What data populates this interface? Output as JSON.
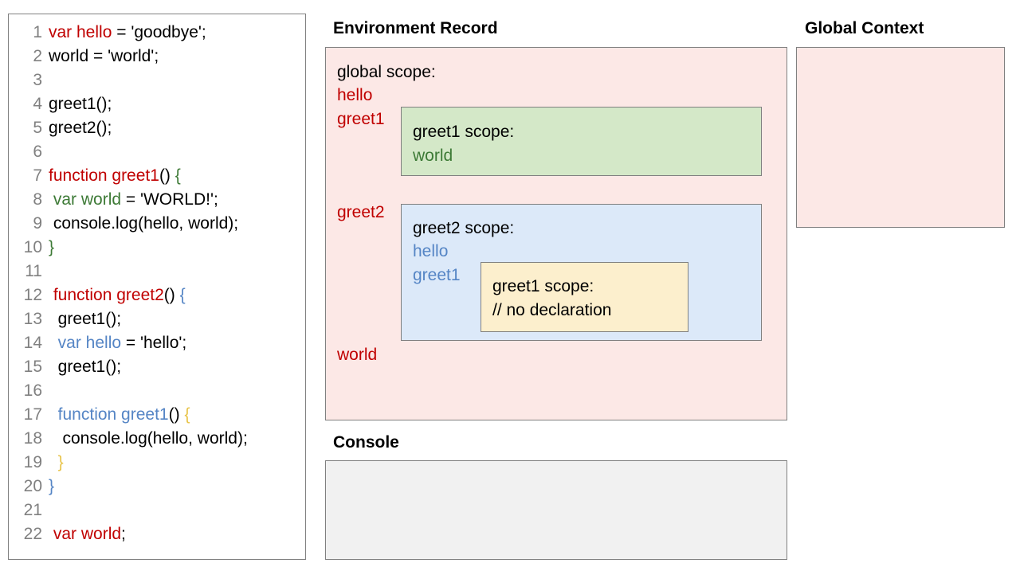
{
  "editor": {
    "name": "code-editor",
    "lines": [
      {
        "num": "1",
        "indent": 0,
        "tokens": [
          {
            "t": "var hello",
            "c": "red"
          },
          {
            "t": " = 'goodbye';",
            "c": "black"
          }
        ]
      },
      {
        "num": "2",
        "indent": 0,
        "tokens": [
          {
            "t": "world = 'world';",
            "c": "black"
          }
        ]
      },
      {
        "num": "3",
        "indent": 0,
        "tokens": []
      },
      {
        "num": "4",
        "indent": 0,
        "tokens": [
          {
            "t": "greet1();",
            "c": "black"
          }
        ]
      },
      {
        "num": "5",
        "indent": 0,
        "tokens": [
          {
            "t": "greet2();",
            "c": "black"
          }
        ]
      },
      {
        "num": "6",
        "indent": 0,
        "tokens": []
      },
      {
        "num": "7",
        "indent": 0,
        "tokens": [
          {
            "t": "function greet1",
            "c": "red"
          },
          {
            "t": "() ",
            "c": "black"
          },
          {
            "t": "{",
            "c": "green"
          }
        ]
      },
      {
        "num": "8",
        "indent": 0,
        "tokens": [
          {
            "t": " ",
            "c": "black"
          },
          {
            "t": "var world",
            "c": "green"
          },
          {
            "t": " = 'WORLD!';",
            "c": "black"
          }
        ]
      },
      {
        "num": "9",
        "indent": 0,
        "tokens": [
          {
            "t": " console.log(hello, world);",
            "c": "black"
          }
        ]
      },
      {
        "num": "10",
        "indent": 0,
        "tokens": [
          {
            "t": "}",
            "c": "green"
          }
        ]
      },
      {
        "num": "11",
        "indent": 0,
        "tokens": []
      },
      {
        "num": "12",
        "indent": 0,
        "tokens": [
          {
            "t": " ",
            "c": "black"
          },
          {
            "t": "function greet2",
            "c": "red"
          },
          {
            "t": "() ",
            "c": "black"
          },
          {
            "t": "{",
            "c": "blue"
          }
        ]
      },
      {
        "num": "13",
        "indent": 0,
        "tokens": [
          {
            "t": "  greet1();",
            "c": "black"
          }
        ]
      },
      {
        "num": "14",
        "indent": 0,
        "tokens": [
          {
            "t": "  ",
            "c": "black"
          },
          {
            "t": "var hello",
            "c": "blue"
          },
          {
            "t": " = 'hello';",
            "c": "black"
          }
        ]
      },
      {
        "num": "15",
        "indent": 0,
        "tokens": [
          {
            "t": "  greet1();",
            "c": "black"
          }
        ]
      },
      {
        "num": "16",
        "indent": 0,
        "tokens": []
      },
      {
        "num": "17",
        "indent": 0,
        "tokens": [
          {
            "t": "  ",
            "c": "black"
          },
          {
            "t": "function greet1",
            "c": "blue"
          },
          {
            "t": "() ",
            "c": "black"
          },
          {
            "t": "{",
            "c": "orange"
          }
        ]
      },
      {
        "num": "18",
        "indent": 0,
        "tokens": [
          {
            "t": "   console.log(hello, world);",
            "c": "black"
          }
        ]
      },
      {
        "num": "19",
        "indent": 0,
        "tokens": [
          {
            "t": "  ",
            "c": "black"
          },
          {
            "t": "}",
            "c": "orange"
          }
        ]
      },
      {
        "num": "20",
        "indent": 0,
        "tokens": [
          {
            "t": "}",
            "c": "blue"
          }
        ]
      },
      {
        "num": "21",
        "indent": 0,
        "tokens": []
      },
      {
        "num": "22",
        "indent": 0,
        "tokens": [
          {
            "t": " ",
            "c": "black"
          },
          {
            "t": "var world",
            "c": "red"
          },
          {
            "t": ";",
            "c": "black"
          }
        ]
      }
    ]
  },
  "environment_record": {
    "title": "Environment Record",
    "global_scope": {
      "label": "global scope:",
      "vars": [
        "hello",
        "greet1",
        "greet2",
        "world"
      ],
      "var_color": "#c00000"
    },
    "greet1_scope": {
      "label": "greet1 scope:",
      "vars": [
        "world"
      ],
      "var_color": "#3d7a36",
      "fill": "#d4e8c8"
    },
    "greet2_scope": {
      "label": "greet2 scope:",
      "vars": [
        "hello",
        "greet1"
      ],
      "var_color": "#5585c5",
      "fill": "#dce9f9"
    },
    "greet1_nested_scope": {
      "label": "greet1 scope:",
      "note": "// no declaration",
      "fill": "#fcefcd"
    },
    "fill": "#fce8e6"
  },
  "global_context": {
    "title": "Global Context",
    "contents": "",
    "fill": "#fce8e6"
  },
  "console": {
    "title": "Console",
    "output": "",
    "fill": "#f1f1f1"
  },
  "colors": {
    "red": "#c00000",
    "green": "#3d7a36",
    "blue": "#5585c5",
    "orange": "#e8c44a",
    "black": "#000000",
    "line_number_gray": "#808080",
    "border_gray": "#808080"
  }
}
